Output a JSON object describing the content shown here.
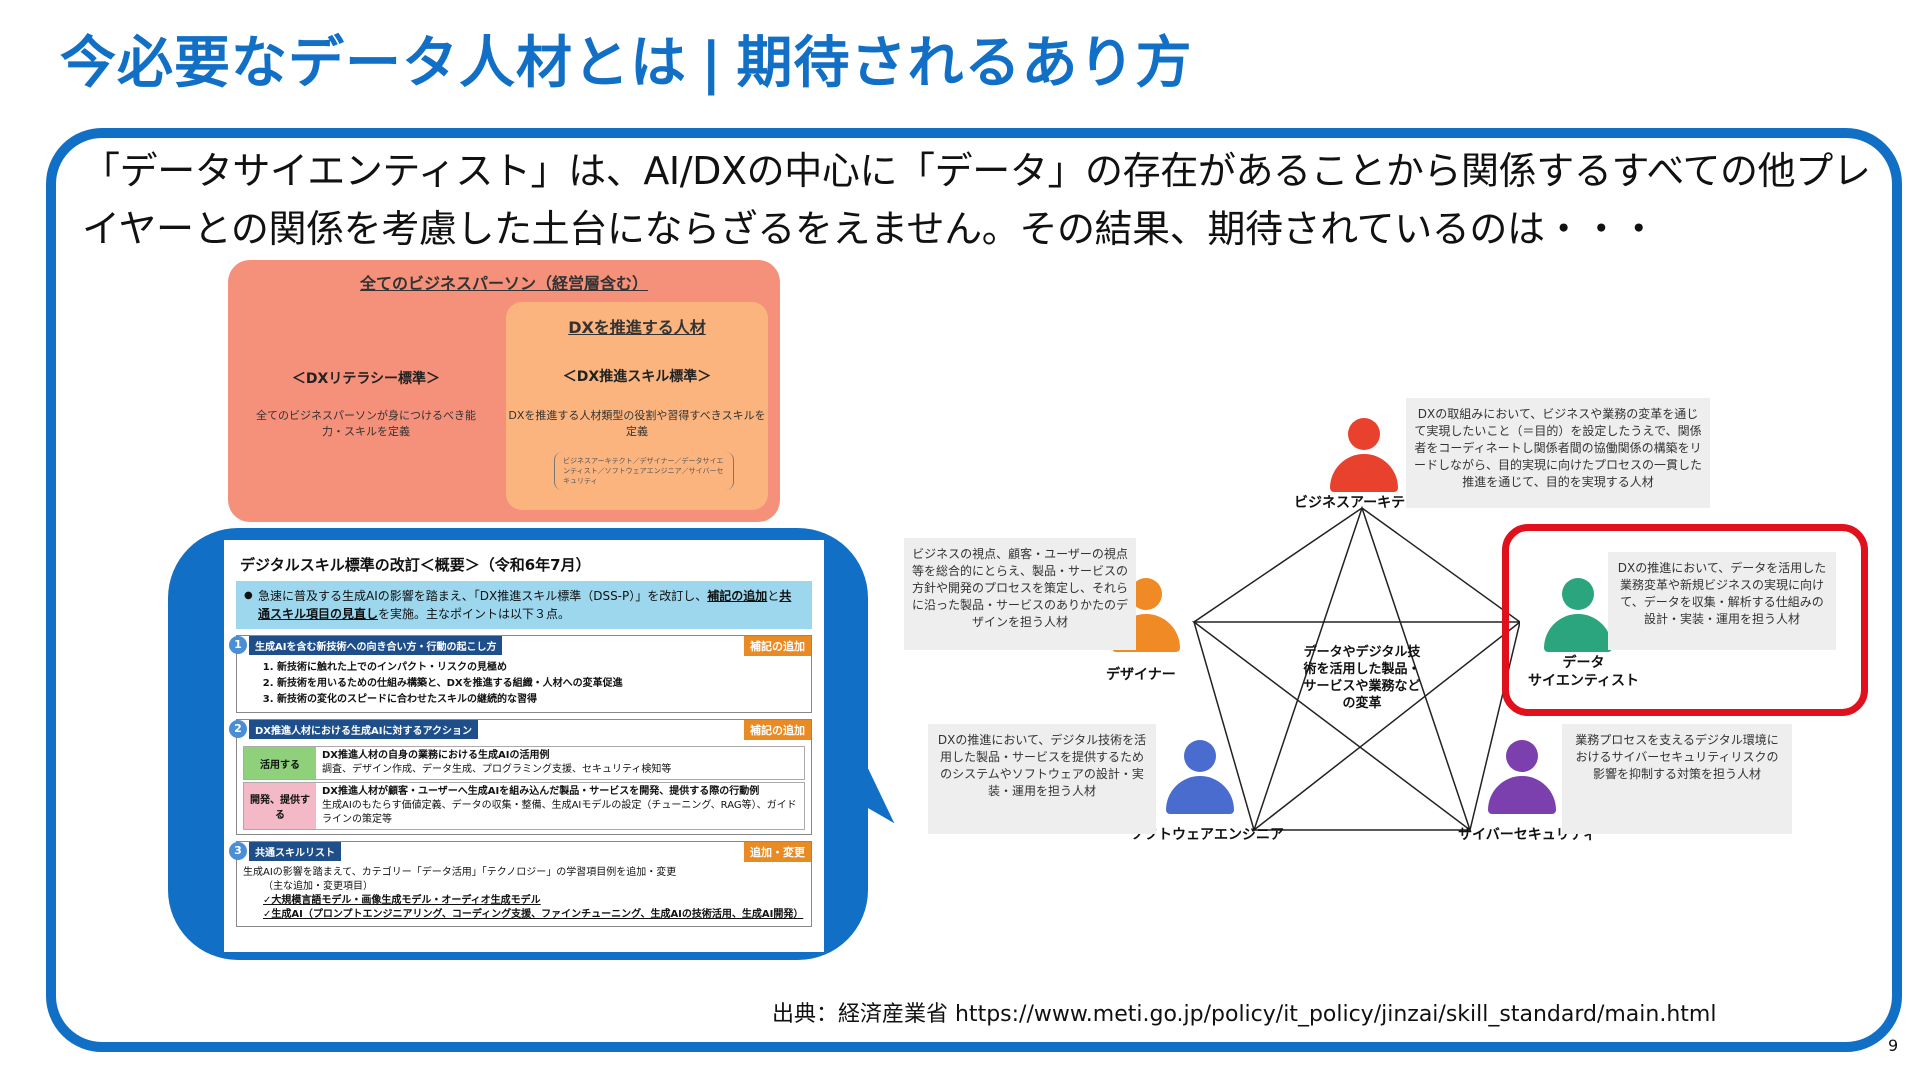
{
  "header": {
    "title_left": "今必要なデータ人材とは",
    "title_sep": "|",
    "title_right": "期待されるあり方"
  },
  "lead_text": "「データサイエンティスト」は、AI/DXの中心に「データ」の存在があることから関係するすべての他プレイヤーとの関係を考慮した土台にならざるをえません。その結果、期待されているのは・・・",
  "layer_card": {
    "outer_title": "全てのビジネスパーソン（経営層含む）",
    "outer_standard": "＜DXリテラシー標準＞",
    "outer_desc": "全てのビジネスパーソンが身につけるべき能力・スキルを定義",
    "inner_title": "DXを推進する人材",
    "inner_standard": "＜DX推進スキル標準＞",
    "inner_desc": "DXを推進する人材類型の役割や習得すべきスキルを定義",
    "inner_roles": "ビジネスアーキテクト／デザイナー／データサイエンティスト／ソフトウェアエンジニア／サイバーセキュリティ"
  },
  "doc": {
    "title": "デジタルスキル標準の改訂＜概要＞（令和6年7月）",
    "summary_pre": "急速に普及する生成AIの影響を踏まえ、「DX推進スキル標準（DSS-P）」を改訂し、",
    "summary_b1": "補記の追加",
    "summary_mid": "と",
    "summary_b2": "共通スキル項目の見直し",
    "summary_post": "を実施。主なポイントは以下３点。",
    "sections": [
      {
        "num": "1",
        "label": "生成AIを含む新技術への向き合い方・行動の起こし方",
        "tag": "補記の追加",
        "items": [
          "新技術に触れた上でのインパクト・リスクの見極め",
          "新技術を用いるための仕組み構築と、DXを推進する組織・人材への変革促進",
          "新技術の変化のスピードに合わせたスキルの継続的な習得"
        ]
      },
      {
        "num": "2",
        "label": "DX推進人材における生成AIに対するアクション",
        "tag": "補記の追加",
        "rows": [
          {
            "key": "活用する",
            "head": "DX推進人材の自身の業務における生成AIの活用例",
            "body": "調査、デザイン作成、データ生成、プログラミング支援、セキュリティ検知等"
          },
          {
            "key": "開発、提供する",
            "head": "DX推進人材が顧客・ユーザーへ生成AIを組み込んだ製品・サービスを開発、提供する際の行動例",
            "body": "生成AIのもたらす価値定義、データの収集・整備、生成AIモデルの設定（チューニング、RAG等）、ガイドラインの策定等"
          }
        ]
      },
      {
        "num": "3",
        "label": "共通スキルリスト",
        "tag": "追加・変更",
        "lines": [
          "生成AIの影響を踏まえて、カテゴリー「データ活用」「テクノロジー」の学習項目例を追加・変更",
          "（主な追加・変更項目）",
          "✓大規模言語モデル・画像生成モデル・オーディオ生成モデル",
          "✓生成AI（プロンプトエンジニアリング、コーディング支援、ファインチューニング、生成AIの技術活用、生成AI開発）"
        ]
      }
    ]
  },
  "roles": {
    "business_architect": {
      "label": "ビジネスアーキテクト",
      "desc": "DXの取組みにおいて、ビジネスや業務の変革を通じて実現したいこと（＝目的）を設定したうえで、関係者をコーディネートし関係者間の協働関係の構築をリードしながら、目的実現に向けたプロセスの一貫した推進を通じて、目的を実現する人材",
      "color": "#e8412d"
    },
    "designer": {
      "label": "デザイナー",
      "desc": "ビジネスの視点、顧客・ユーザーの視点等を総合的にとらえ、製品・サービスの方針や開発のプロセスを策定し、それらに沿った製品・サービスのありかたのデザインを担う人材",
      "color": "#f08a24"
    },
    "data_scientist": {
      "label_line1": "データ",
      "label_line2": "サイエンティスト",
      "desc": "DXの推進において、データを活用した業務変革や新規ビジネスの実現に向けて、データを収集・解析する仕組みの設計・実装・運用を担う人材",
      "color": "#2aa57e"
    },
    "software_engineer": {
      "label": "ソフトウェアエンジニア",
      "desc": "DXの推進において、デジタル技術を活用した製品・サービスを提供するためのシステムやソフトウェアの設計・実装・運用を担う人材",
      "color": "#4a6ccf"
    },
    "cyber_security": {
      "label": "サイバーセキュリティ",
      "desc": "業務プロセスを支えるデジタル環境におけるサイバーセキュリティリスクの影響を抑制する対策を担う人材",
      "color": "#7b3fae"
    },
    "center_text": "データやデジタル技術を活用した製品・サービスや業務などの変革"
  },
  "source": "出典：経済産業省 https://www.meti.go.jp/policy/it_policy/jinzai/skill_standard/main.html",
  "page_number": "9"
}
